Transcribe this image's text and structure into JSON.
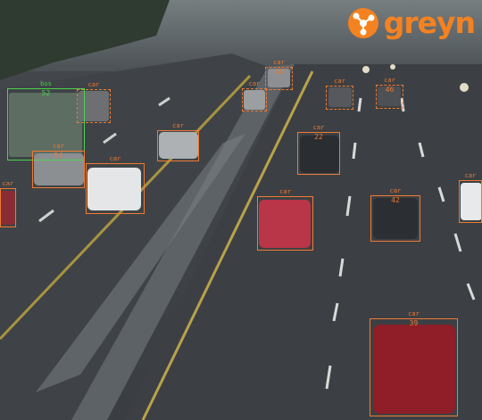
{
  "brand": {
    "name": "greyn",
    "color": "#f58220"
  },
  "colors": {
    "car": "#f07a32",
    "bus": "#4cd24c"
  },
  "detections": [
    {
      "class": "bus",
      "id": "52",
      "tentative": false
    },
    {
      "class": "car",
      "id": "",
      "tentative": true
    },
    {
      "class": "car",
      "id": "54",
      "tentative": false
    },
    {
      "class": "car",
      "id": "",
      "tentative": false
    },
    {
      "class": "car",
      "id": "",
      "tentative": false
    },
    {
      "class": "car",
      "id": "",
      "tentative": false
    },
    {
      "class": "car",
      "id": "",
      "tentative": true
    },
    {
      "class": "car",
      "id": "46",
      "tentative": true
    },
    {
      "class": "car",
      "id": "",
      "tentative": true
    },
    {
      "class": "car",
      "id": "46",
      "tentative": true
    },
    {
      "class": "car",
      "id": "22",
      "tentative": false
    },
    {
      "class": "car",
      "id": "",
      "tentative": true
    },
    {
      "class": "car",
      "id": "",
      "tentative": false
    },
    {
      "class": "car",
      "id": "42",
      "tentative": false
    },
    {
      "class": "car",
      "id": "",
      "tentative": false
    },
    {
      "class": "car",
      "id": "39",
      "tentative": false
    }
  ]
}
